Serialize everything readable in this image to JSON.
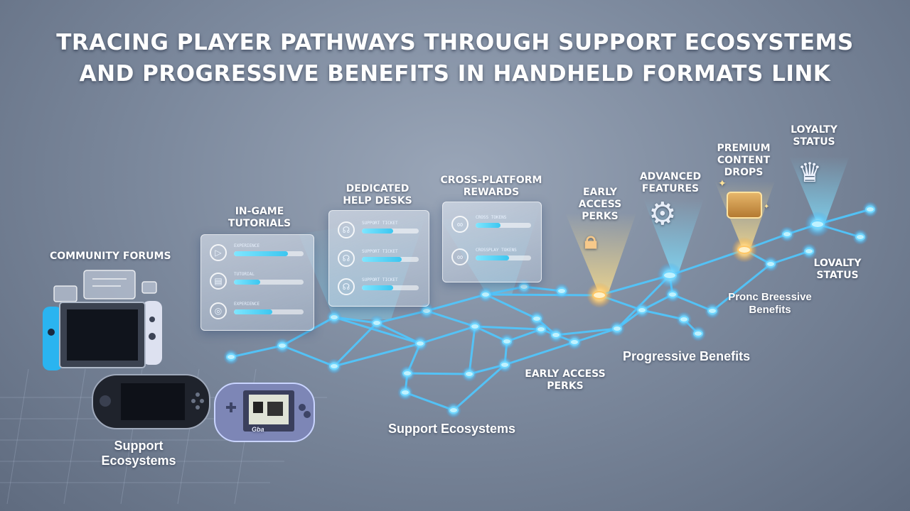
{
  "title": {
    "line1": "TRACING PLAYER PATHWAYS THROUGH SUPPORT ECOSYSTEMS",
    "line2": "AND PROGRESSIVE BENEFITS IN HANDHELD FORMATS LINK"
  },
  "labels": {
    "community_forums": "COMMUNITY FORUMS",
    "support_left_1": "Support",
    "support_left_2": "Ecosystems",
    "in_game_1": "IN-GAME",
    "in_game_2": "TUTORIALS",
    "help_desks_1": "DEDICATED",
    "help_desks_2": "HELP DESKS",
    "cross_platform_1": "CROSS-PLATFORM",
    "cross_platform_2": "REWARDS",
    "early_top_1": "EARLY",
    "early_top_2": "ACCESS",
    "early_top_3": "PERKS",
    "advanced_1": "ADVANCED",
    "advanced_2": "FEATURES",
    "premium_1": "PREMIUM",
    "premium_2": "CONTENT",
    "premium_3": "DROPS",
    "loyalty_top_1": "LOYALTY",
    "loyalty_top_2": "STATUS",
    "loyalty_right_1": "LOVALTY",
    "loyalty_right_2": "STATUS",
    "pronc_1": "Pronc Breessive",
    "pronc_2": "Benefits",
    "progressive": "Progressive Benefits",
    "early_mid_1": "EARLY ACCESS",
    "early_mid_2": "PERKS",
    "support_center": "Support Ecosystems"
  },
  "panels": {
    "tutorials": {
      "rows": [
        {
          "text": "EXPERIENCE",
          "fill": 0.78
        },
        {
          "text": "TUTORIAL",
          "fill": 0.38
        },
        {
          "text": "EXPERIENCE",
          "fill": 0.55
        }
      ]
    },
    "help_desks": {
      "rows": [
        {
          "text": "SUPPORT TICKET",
          "fill": 0.55
        },
        {
          "text": "SUPPORT TICKET",
          "fill": 0.7
        },
        {
          "text": "SUPPORT TICKET",
          "fill": 0.55
        }
      ]
    },
    "rewards": {
      "rows": [
        {
          "text": "CROSS TOKENS",
          "fill": 0.45
        },
        {
          "text": "CROSSPLAY TOKENS",
          "fill": 0.6
        }
      ]
    }
  },
  "device_text": {
    "gba_brand": "Gba"
  },
  "colors": {
    "node": "#bff2ff",
    "link": "#4fc8ff",
    "glow_blue": "#5fd0ff",
    "glow_gold": "#ffd27a"
  },
  "icons": [
    "chat-bubble-icon",
    "headset-icon",
    "link-icon",
    "lock-icon",
    "gear-icon",
    "treasure-chest-icon",
    "crown-icon",
    "sparkle-icon"
  ]
}
